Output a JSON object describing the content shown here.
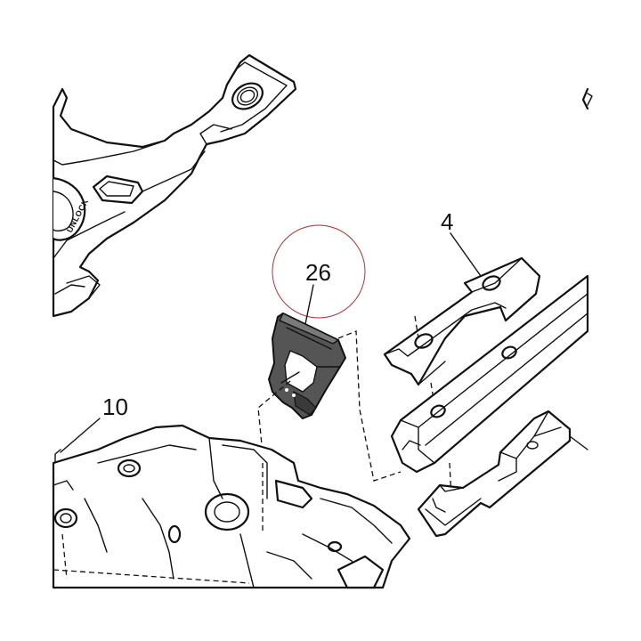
{
  "callouts": [
    {
      "id": "part-26",
      "label": "26",
      "highlighted": true
    },
    {
      "id": "part-4",
      "label": "4",
      "highlighted": false
    },
    {
      "id": "part-10",
      "label": "10",
      "highlighted": false
    }
  ],
  "engraving": {
    "text": "UNLOCK"
  },
  "colors": {
    "line": "#111111",
    "highlight_circle": "#b03040",
    "part_fill": "#555555",
    "background": "#ffffff"
  }
}
